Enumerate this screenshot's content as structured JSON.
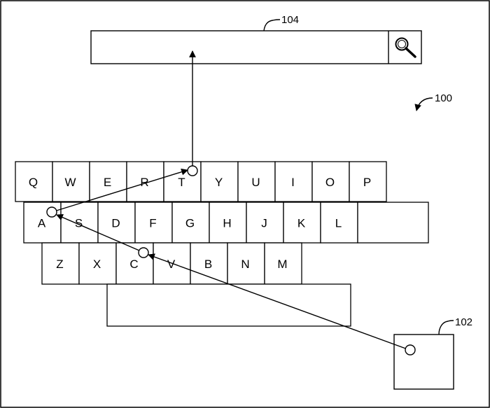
{
  "figure": {
    "refs": {
      "device": "100",
      "touch_pad": "102",
      "search_box": "104"
    },
    "keyboard": {
      "row1": [
        "Q",
        "W",
        "E",
        "R",
        "T",
        "Y",
        "U",
        "I",
        "O",
        "P"
      ],
      "row2": [
        "A",
        "S",
        "D",
        "F",
        "G",
        "H",
        "J",
        "K",
        "L"
      ],
      "row3": [
        "Z",
        "X",
        "C",
        "V",
        "B",
        "N",
        "M"
      ]
    },
    "search_icon": "magnifier-icon",
    "gesture_path_keys": [
      "C",
      "A",
      "T"
    ]
  }
}
